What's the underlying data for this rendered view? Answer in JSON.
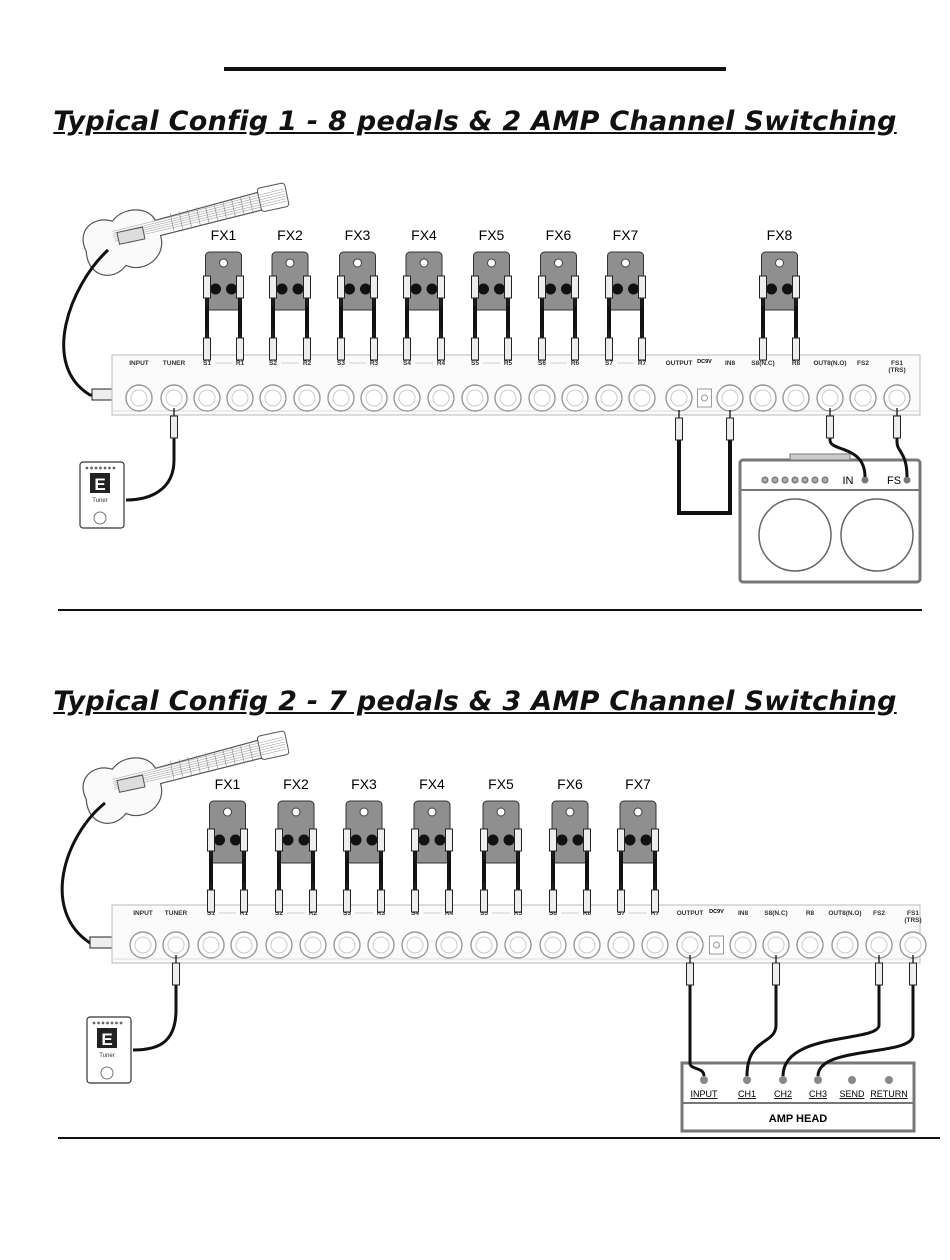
{
  "top_rule": {},
  "config1": {
    "title": "Typical Config 1 - 8 pedals & 2 AMP Channel Switching",
    "fx_labels": [
      "FX1",
      "FX2",
      "FX3",
      "FX4",
      "FX5",
      "FX6",
      "FX7",
      "FX8"
    ],
    "jacks": [
      "INPUT",
      "TUNER",
      "S1",
      "R1",
      "S2",
      "R2",
      "S3",
      "R3",
      "S4",
      "R4",
      "S5",
      "R5",
      "S6",
      "R6",
      "S7",
      "R7",
      "OUTPUT",
      "IN8",
      "S8(N.C)",
      "R8",
      "OUT8(N.O)",
      "FS2",
      "FS1\n(TRS)"
    ],
    "dc_label": "DC9V",
    "tuner": {
      "display": "E",
      "label": "Tuner"
    },
    "amp": {
      "in_label": "IN",
      "fs_label": "FS"
    }
  },
  "config2": {
    "title": "Typical Config 2 - 7 pedals & 3 AMP Channel Switching",
    "fx_labels": [
      "FX1",
      "FX2",
      "FX3",
      "FX4",
      "FX5",
      "FX6",
      "FX7"
    ],
    "jacks": [
      "INPUT",
      "TUNER",
      "S1",
      "R1",
      "S2",
      "R2",
      "S3",
      "R3",
      "S4",
      "R4",
      "S5",
      "R5",
      "S6",
      "R6",
      "S7",
      "R7",
      "OUTPUT",
      "IN8",
      "S8(N.C)",
      "R8",
      "OUT8(N.O)",
      "FS2",
      "FS1\n(TRS)"
    ],
    "dc_label": "DC9V",
    "tuner": {
      "display": "E",
      "label": "Tuner"
    },
    "amp_head": {
      "ports": [
        "INPUT",
        "CH1",
        "CH2",
        "CH3",
        "SEND",
        "RETURN"
      ],
      "label": "AMP HEAD"
    }
  }
}
